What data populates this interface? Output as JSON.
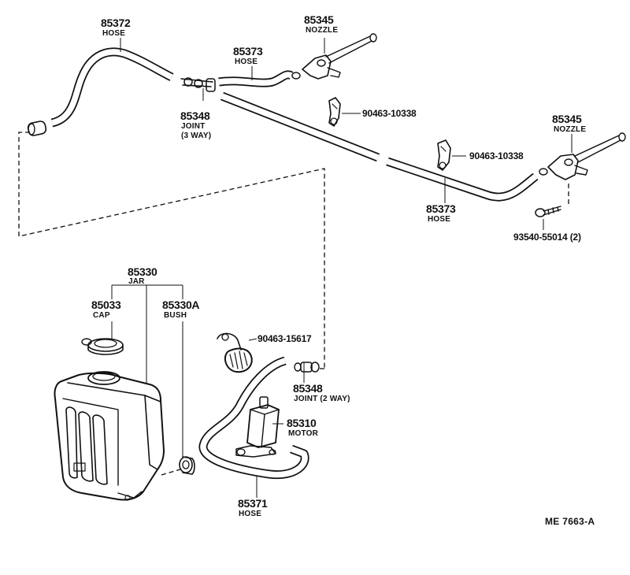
{
  "parts": {
    "hose_85372": {
      "number": "85372",
      "name": "HOSE"
    },
    "hose_85373a": {
      "number": "85373",
      "name": "HOSE"
    },
    "nozzle_left": {
      "number": "85345",
      "name": "NOZZLE"
    },
    "clip_1": {
      "number": "90463-10338"
    },
    "joint_3way": {
      "number": "85348",
      "name1": "JOINT",
      "name2": "(3 WAY)"
    },
    "clip_2": {
      "number": "90463-10338"
    },
    "nozzle_right": {
      "number": "85345",
      "name": "NOZZLE"
    },
    "hose_85373b": {
      "number": "85373",
      "name": "HOSE"
    },
    "screw": {
      "number": "93540-55014",
      "qty": "(2)"
    },
    "jar": {
      "number": "85330",
      "name": "JAR"
    },
    "cap": {
      "number": "85033",
      "name": "CAP"
    },
    "bush": {
      "number": "85330A",
      "name": "BUSH"
    },
    "clamp": {
      "number": "90463-15617"
    },
    "joint_2way": {
      "number": "85348",
      "name": "JOINT (2 WAY)"
    },
    "motor": {
      "number": "85310",
      "name": "MOTOR"
    },
    "hose_85371": {
      "number": "85371",
      "name": "HOSE"
    }
  },
  "reference_code": "ME 7663-A"
}
